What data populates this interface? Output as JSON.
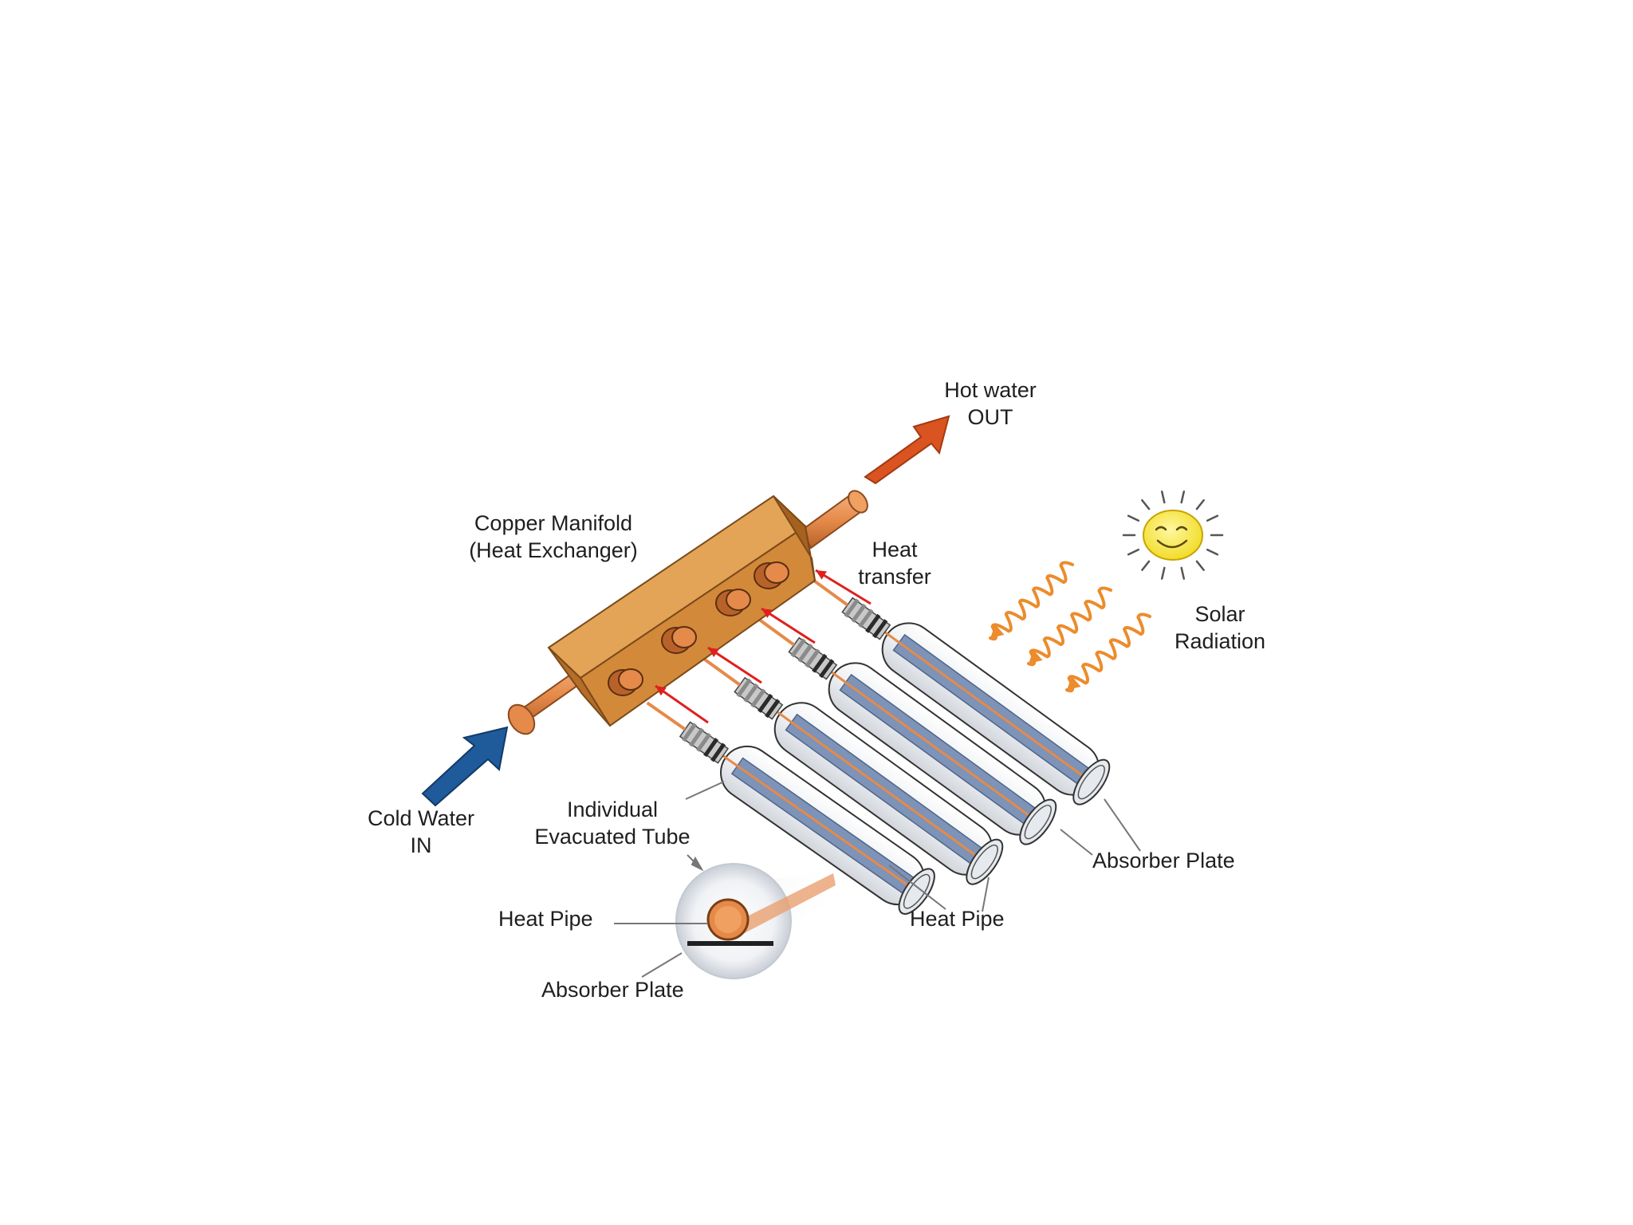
{
  "labels": {
    "hot_water_line1": "Hot water",
    "hot_water_line2": "OUT",
    "manifold_line1": "Copper Manifold",
    "manifold_line2": "(Heat Exchanger)",
    "heat_transfer_line1": "Heat",
    "heat_transfer_line2": "transfer",
    "solar_line1": "Solar",
    "solar_line2": "Radiation",
    "cold_water_line1": "Cold Water",
    "cold_water_line2": "IN",
    "evac_tube_line1": "Individual",
    "evac_tube_line2": "Evacuated Tube",
    "absorber_plate_right": "Absorber Plate",
    "heat_pipe_right": "Heat Pipe",
    "heat_pipe_left": "Heat Pipe",
    "absorber_plate_left": "Absorber Plate"
  },
  "colors": {
    "copper_manifold": "#d9913f",
    "copper_pipe": "#e58a4a",
    "hot_arrow": "#d95420",
    "cold_arrow": "#1f5a9a",
    "heat_transfer_arrow": "#e0201c",
    "solar_wave": "#ec8c2c",
    "absorber_plate": "#7d93b8",
    "sun": "#f7e84a"
  },
  "icons": {
    "sun": "smiling-sun-icon"
  }
}
